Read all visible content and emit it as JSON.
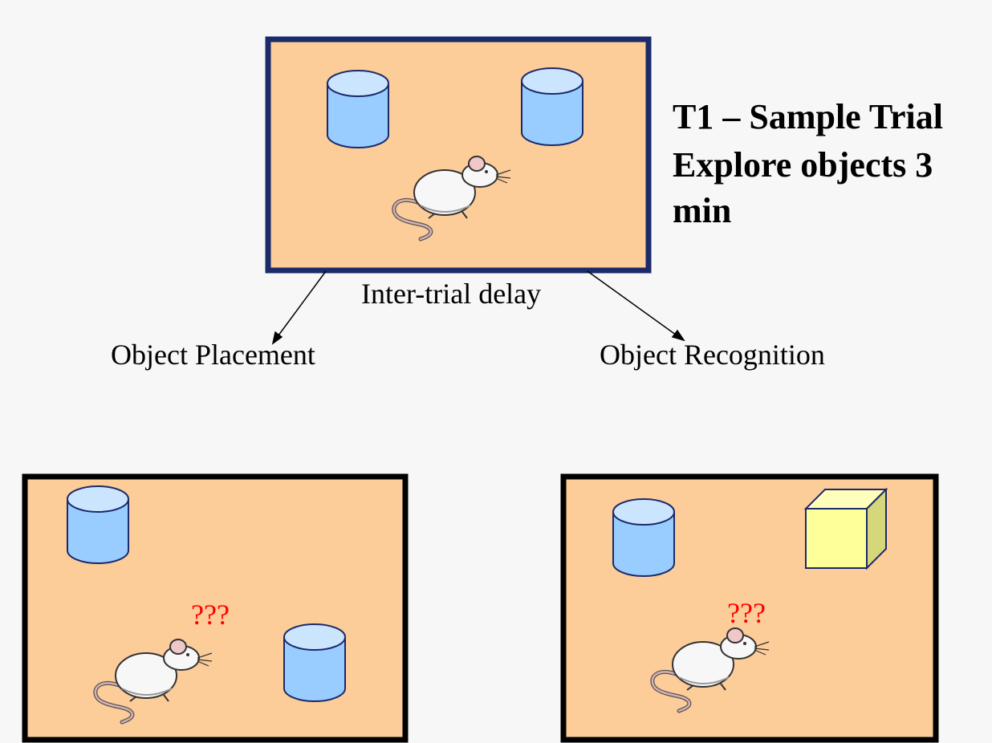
{
  "t1": {
    "line1": "T1 – Sample Trial",
    "line2": "Explore objects 3",
    "line3": "min"
  },
  "labels": {
    "delay": "Inter-trial delay",
    "left_branch": "Object Placement",
    "right_branch": "Object Recognition"
  },
  "test_marks": {
    "placement": "???",
    "recognition": "???"
  },
  "colors": {
    "arena_fill": "#fccc99",
    "top_border": "#1a2a6a",
    "bottom_border": "#000000",
    "cylinder": "#99ccff",
    "cylinder_top": "#cce5ff",
    "cube_front": "#ffff99",
    "cube_side": "#d6d67a",
    "question": "#ff0000"
  }
}
